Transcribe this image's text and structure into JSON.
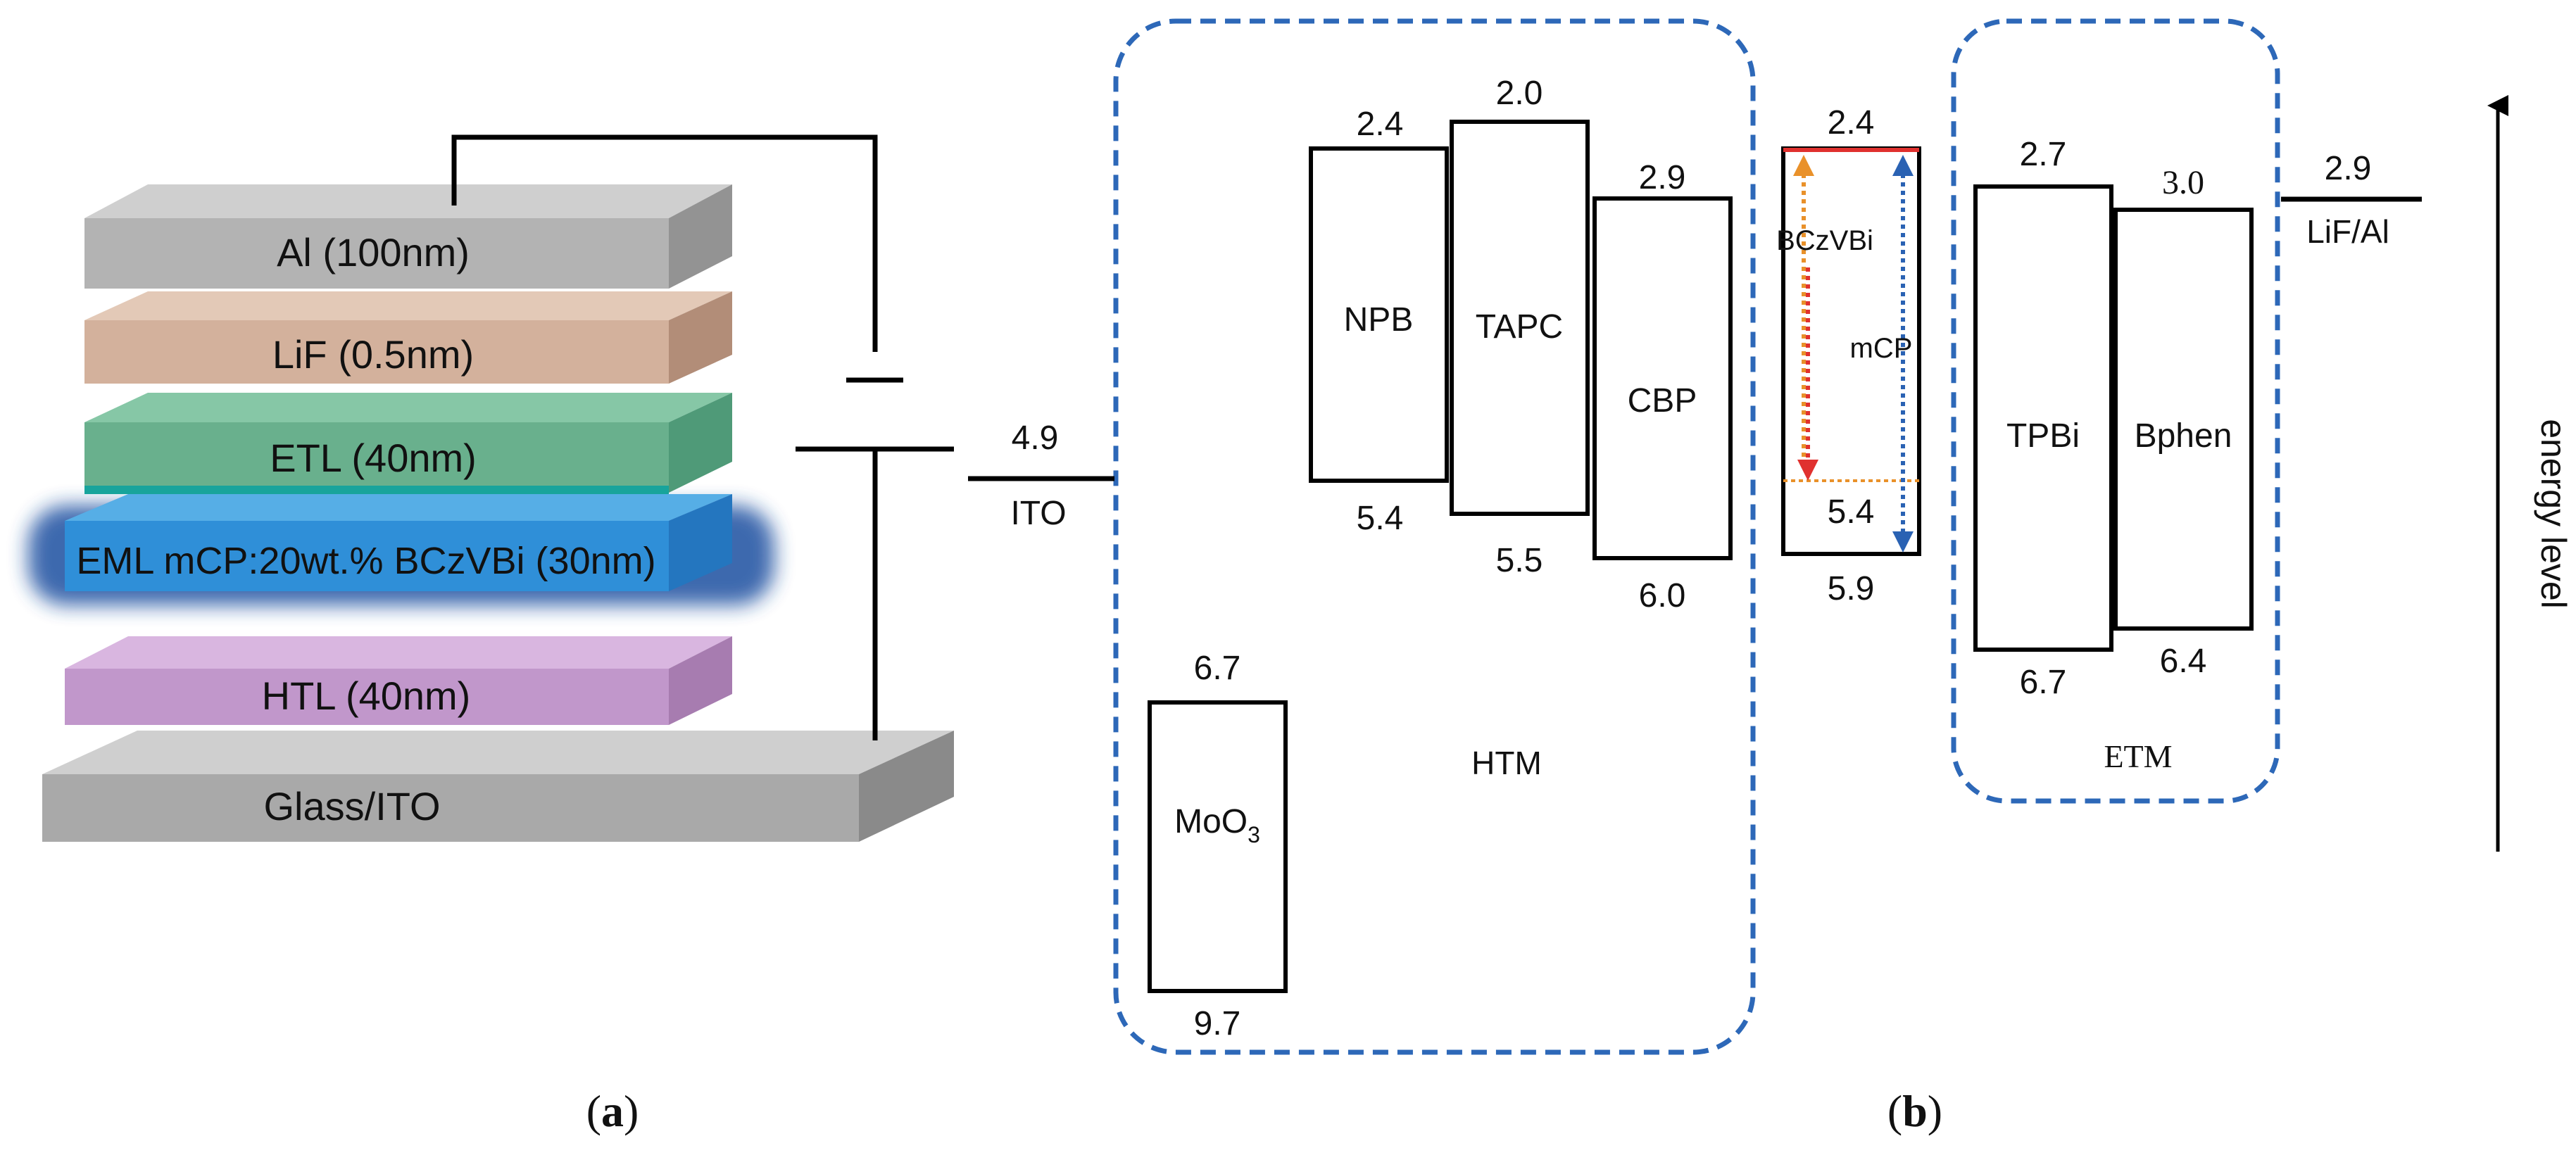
{
  "panel_a": {
    "caption": "(a)",
    "layers": {
      "al": "Al  (100nm)",
      "lif": "LiF (0.5nm)",
      "etl": "ETL (40nm)",
      "eml": "EML mCP:20wt.% BCzVBi (30nm)",
      "htl": "HTL (40nm)",
      "glass": "Glass/ITO"
    }
  },
  "panel_b": {
    "caption": "(b)",
    "ito": {
      "value": "4.9",
      "label": "ITO"
    },
    "lif_al": {
      "value": "2.9",
      "label": "LiF/Al"
    },
    "group_htm": "HTM",
    "group_etm": "ETM",
    "moo3": {
      "top": "6.7",
      "bottom": "9.7",
      "label_main": "MoO",
      "label_sub": "3"
    },
    "npb": {
      "label": "NPB",
      "top": "2.4",
      "bottom": "5.4"
    },
    "tapc": {
      "label": "TAPC",
      "top": "2.0",
      "bottom": "5.5"
    },
    "cbp": {
      "label": "CBP",
      "top": "2.9",
      "bottom": "6.0"
    },
    "eml": {
      "top": "2.4",
      "mid": "5.4",
      "bottom": "5.9",
      "dopant": "BCzVBi",
      "host": "mCP"
    },
    "tpbi": {
      "label": "TPBi",
      "top": "2.7",
      "bottom": "6.7"
    },
    "bphen": {
      "label": "Bphen",
      "top": "3.0",
      "bottom": "6.4"
    },
    "axis_label": "energy level",
    "colors": {
      "dashed_box": "#2d68b8",
      "red": "#e0312f",
      "orange": "#e9912a",
      "blue": "#2a62b3"
    }
  }
}
